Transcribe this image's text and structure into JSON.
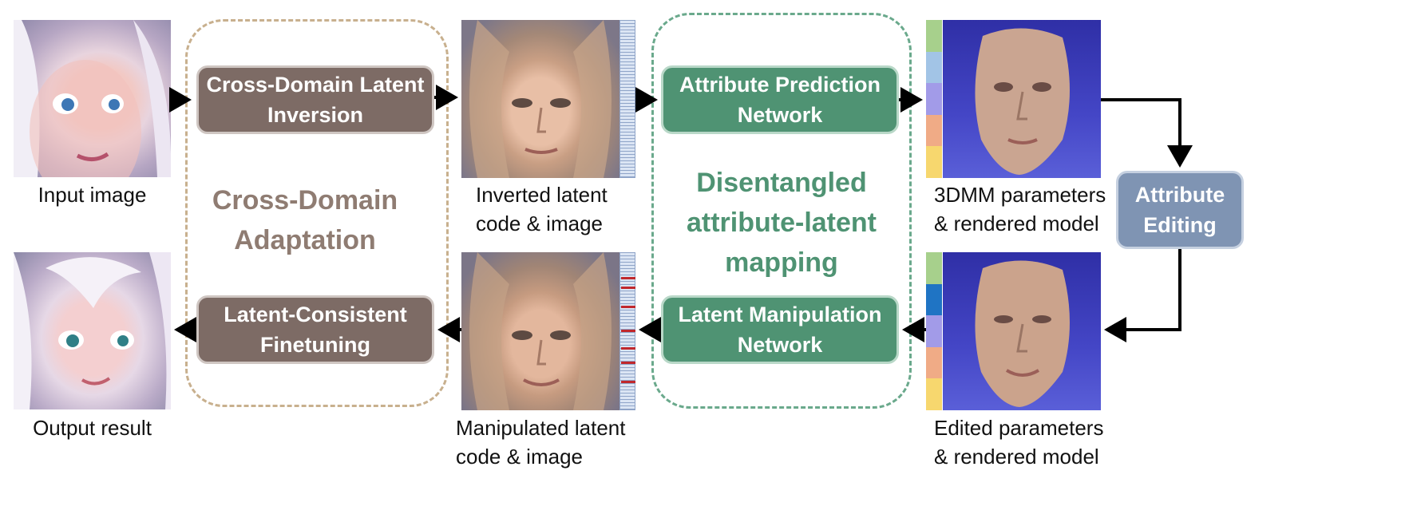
{
  "captions": {
    "input": "Input image",
    "output": "Output result",
    "inverted": "Inverted latent\ncode & image",
    "manipulated": "Manipulated latent\ncode & image",
    "params_3dmm": "3DMM parameters\n& rendered model",
    "params_edited": "Edited parameters\n& rendered model"
  },
  "regions": {
    "cross_domain": "Cross-Domain\nAdaptation",
    "disentangled": "Disentangled\nattribute-latent\nmapping"
  },
  "boxes": {
    "inversion": "Cross-Domain Latent\nInversion",
    "finetuning": "Latent-Consistent\nFinetuning",
    "attr_pred": "Attribute Prediction\nNetwork",
    "latent_manip": "Latent Manipulation\nNetwork",
    "attr_edit": "Attribute\nEditing"
  },
  "colors": {
    "brown_box": "#7d6b65",
    "green_box": "#4f9373",
    "blue_box": "#7f94b3",
    "brown_text": "#8f7c72",
    "green_text": "#4f9373",
    "brown_dash": "#c8b08e",
    "green_dash": "#6aa98c"
  },
  "params_strip_top": [
    "#a7d08c",
    "#a2c4e6",
    "#a29be8",
    "#f0ab86",
    "#f7d76e"
  ],
  "params_strip_bottom": [
    "#a7d08c",
    "#1f74c4",
    "#a29be8",
    "#f0ab86",
    "#f7d76e"
  ]
}
